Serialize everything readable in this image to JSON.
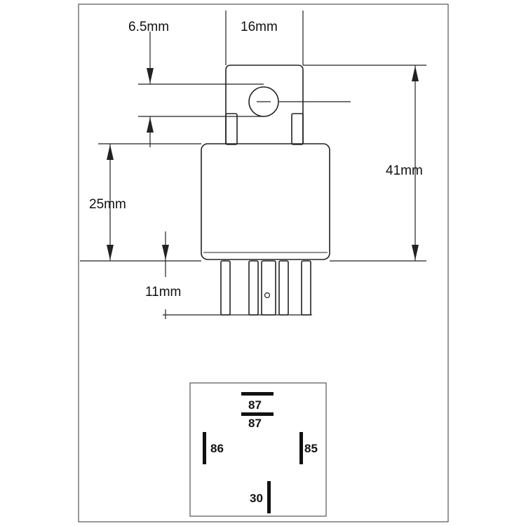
{
  "dimensions": {
    "pin_offset": "6.5mm",
    "width": "16mm",
    "height_total": "41mm",
    "body_height": "25mm",
    "pin_length": "11mm"
  },
  "pinout": {
    "pin_87_top": "87",
    "pin_87a": "87",
    "pin_86": "86",
    "pin_85": "85",
    "pin_30": "30"
  },
  "colors": {
    "line": "#222222",
    "background": "#ffffff"
  }
}
